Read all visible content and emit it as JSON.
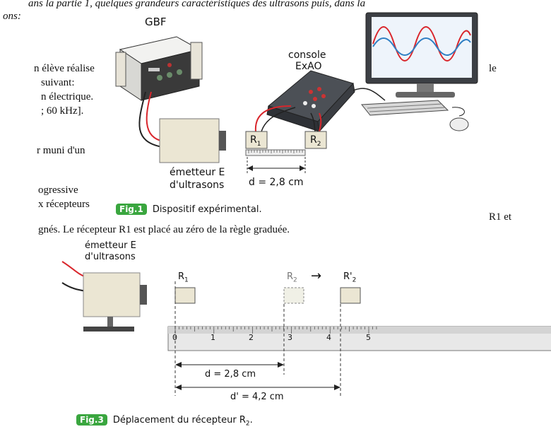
{
  "text": {
    "intro_line1": "ans la partie 1, quelques grandeurs caractéristiques des ultrasons puis, dans la",
    "intro_line2": "ons:",
    "left_lines": [
      "n élève réalise",
      "suivant:",
      "n électrique.",
      "; 60 kHz].",
      "r muni d'un",
      "ogressive",
      "x récepteurs"
    ],
    "right_le": "le",
    "right_r1et": "R1 et",
    "bottom_line": "gnés. Le récepteur R1 est placé au zéro de la règle graduée."
  },
  "fig1": {
    "gbf_label": "GBF",
    "console_label_1": "console",
    "console_label_2": "ExAO",
    "r1": "R",
    "r1_sub": "1",
    "r2": "R",
    "r2_sub": "2",
    "emitter_1": "émetteur E",
    "emitter_2": "d'ultrasons",
    "distance": "d = 2,8 cm",
    "badge": "Fig.1",
    "caption": "Dispositif expérimental."
  },
  "fig3": {
    "emitter_1": "émetteur E",
    "emitter_2": "d'ultrasons",
    "r1": "R",
    "r1_sub": "1",
    "r2": "R",
    "r2_sub": "2",
    "arrow": "→",
    "r2p": "R'",
    "r2p_sub": "2",
    "ticks": [
      "0",
      "1",
      "2",
      "3",
      "4",
      "5"
    ],
    "d": "d = 2,8 cm",
    "dp": "d' = 4,2 cm",
    "badge": "Fig.3",
    "caption": "Déplacement du récepteur R",
    "caption_sub": "2",
    "caption_end": "."
  },
  "colors": {
    "badge": "#3aa63f",
    "screen_red": "#d9262c",
    "screen_blue": "#2f7fc4"
  }
}
